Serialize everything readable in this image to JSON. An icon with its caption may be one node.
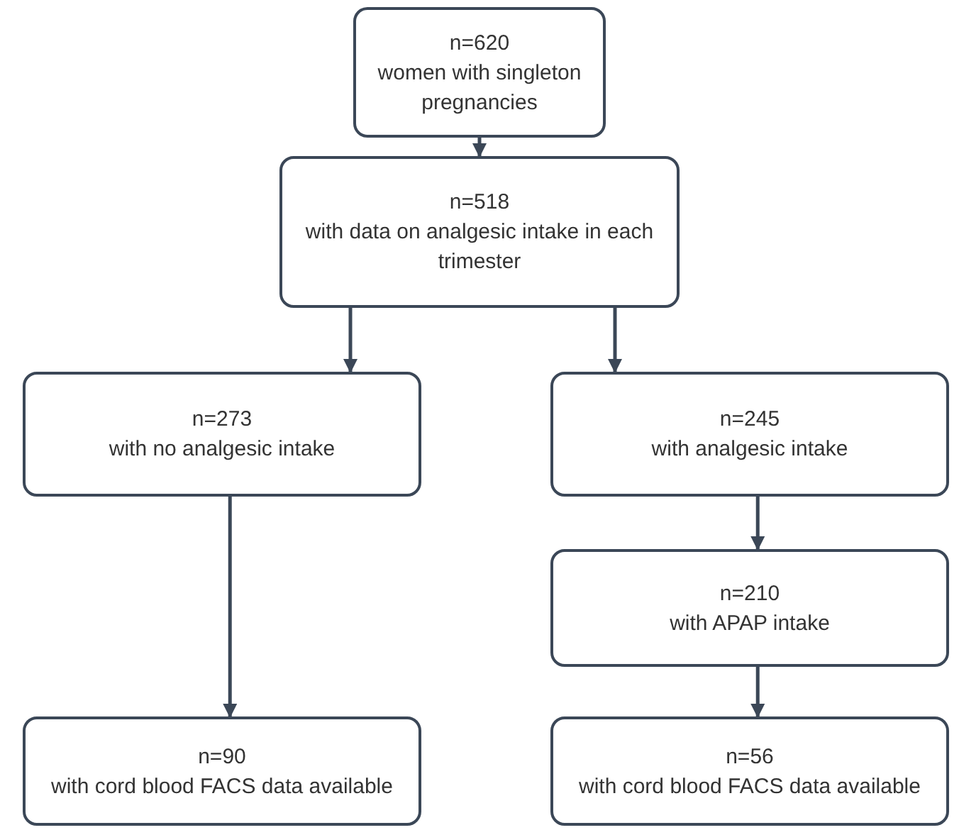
{
  "diagram": {
    "nodes": [
      {
        "text": [
          "n=620",
          "women with singleton pregnancies"
        ]
      },
      {
        "text": [
          "n=518",
          "with data on analgesic intake in each trimester"
        ]
      },
      {
        "text": [
          "n=273",
          "with no analgesic intake"
        ]
      },
      {
        "text": [
          "n=245",
          "with analgesic intake"
        ]
      },
      {
        "text": [
          "n=210",
          "with APAP intake"
        ]
      },
      {
        "text": [
          "n=90",
          "with cord blood FACS data available"
        ]
      },
      {
        "text": [
          "n=56",
          "with cord blood FACS data available"
        ]
      }
    ],
    "edges": [
      {
        "from": 0,
        "to": 1,
        "arrow": "to"
      },
      {
        "from": 1,
        "to": 2,
        "arrow": "to"
      },
      {
        "from": 1,
        "to": 3,
        "arrow": "to"
      },
      {
        "from": 2,
        "to": 5,
        "arrow": "to"
      },
      {
        "from": 3,
        "to": 4,
        "arrow": "to"
      },
      {
        "from": 4,
        "to": 6,
        "arrow": "to"
      }
    ]
  }
}
